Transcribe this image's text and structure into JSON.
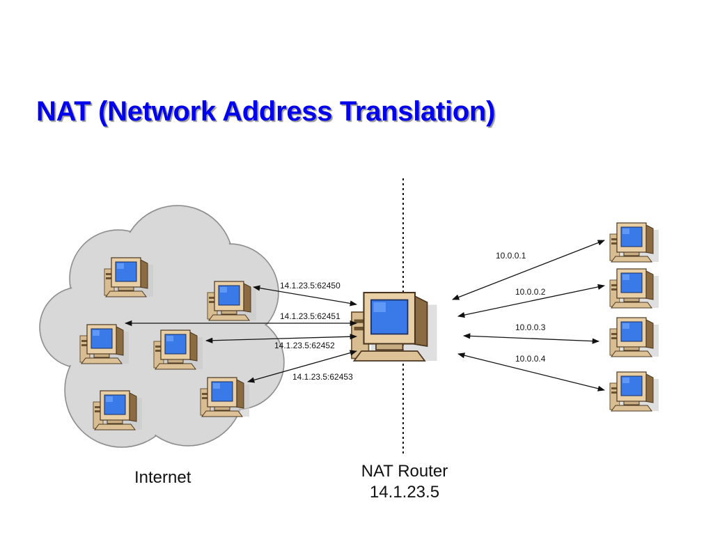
{
  "title": "NAT (Network Address Translation)",
  "internet_label": "Internet",
  "router": {
    "label": "NAT Router",
    "ip": "14.1.23.5"
  },
  "public_connections": [
    {
      "label": "14.1.23.5:62450"
    },
    {
      "label": "14.1.23.5:62451"
    },
    {
      "label": "14.1.23.5:62452"
    },
    {
      "label": "14.1.23.5:62453"
    }
  ],
  "private_connections": [
    {
      "label": "10.0.0.1"
    },
    {
      "label": "10.0.0.2"
    },
    {
      "label": "10.0.0.3"
    },
    {
      "label": "10.0.0.4"
    }
  ],
  "colors": {
    "title": "#0000ee",
    "cloud": "#d8d8d8",
    "screen": "#3a7ae8",
    "computer_case": "#e3c9a0"
  }
}
